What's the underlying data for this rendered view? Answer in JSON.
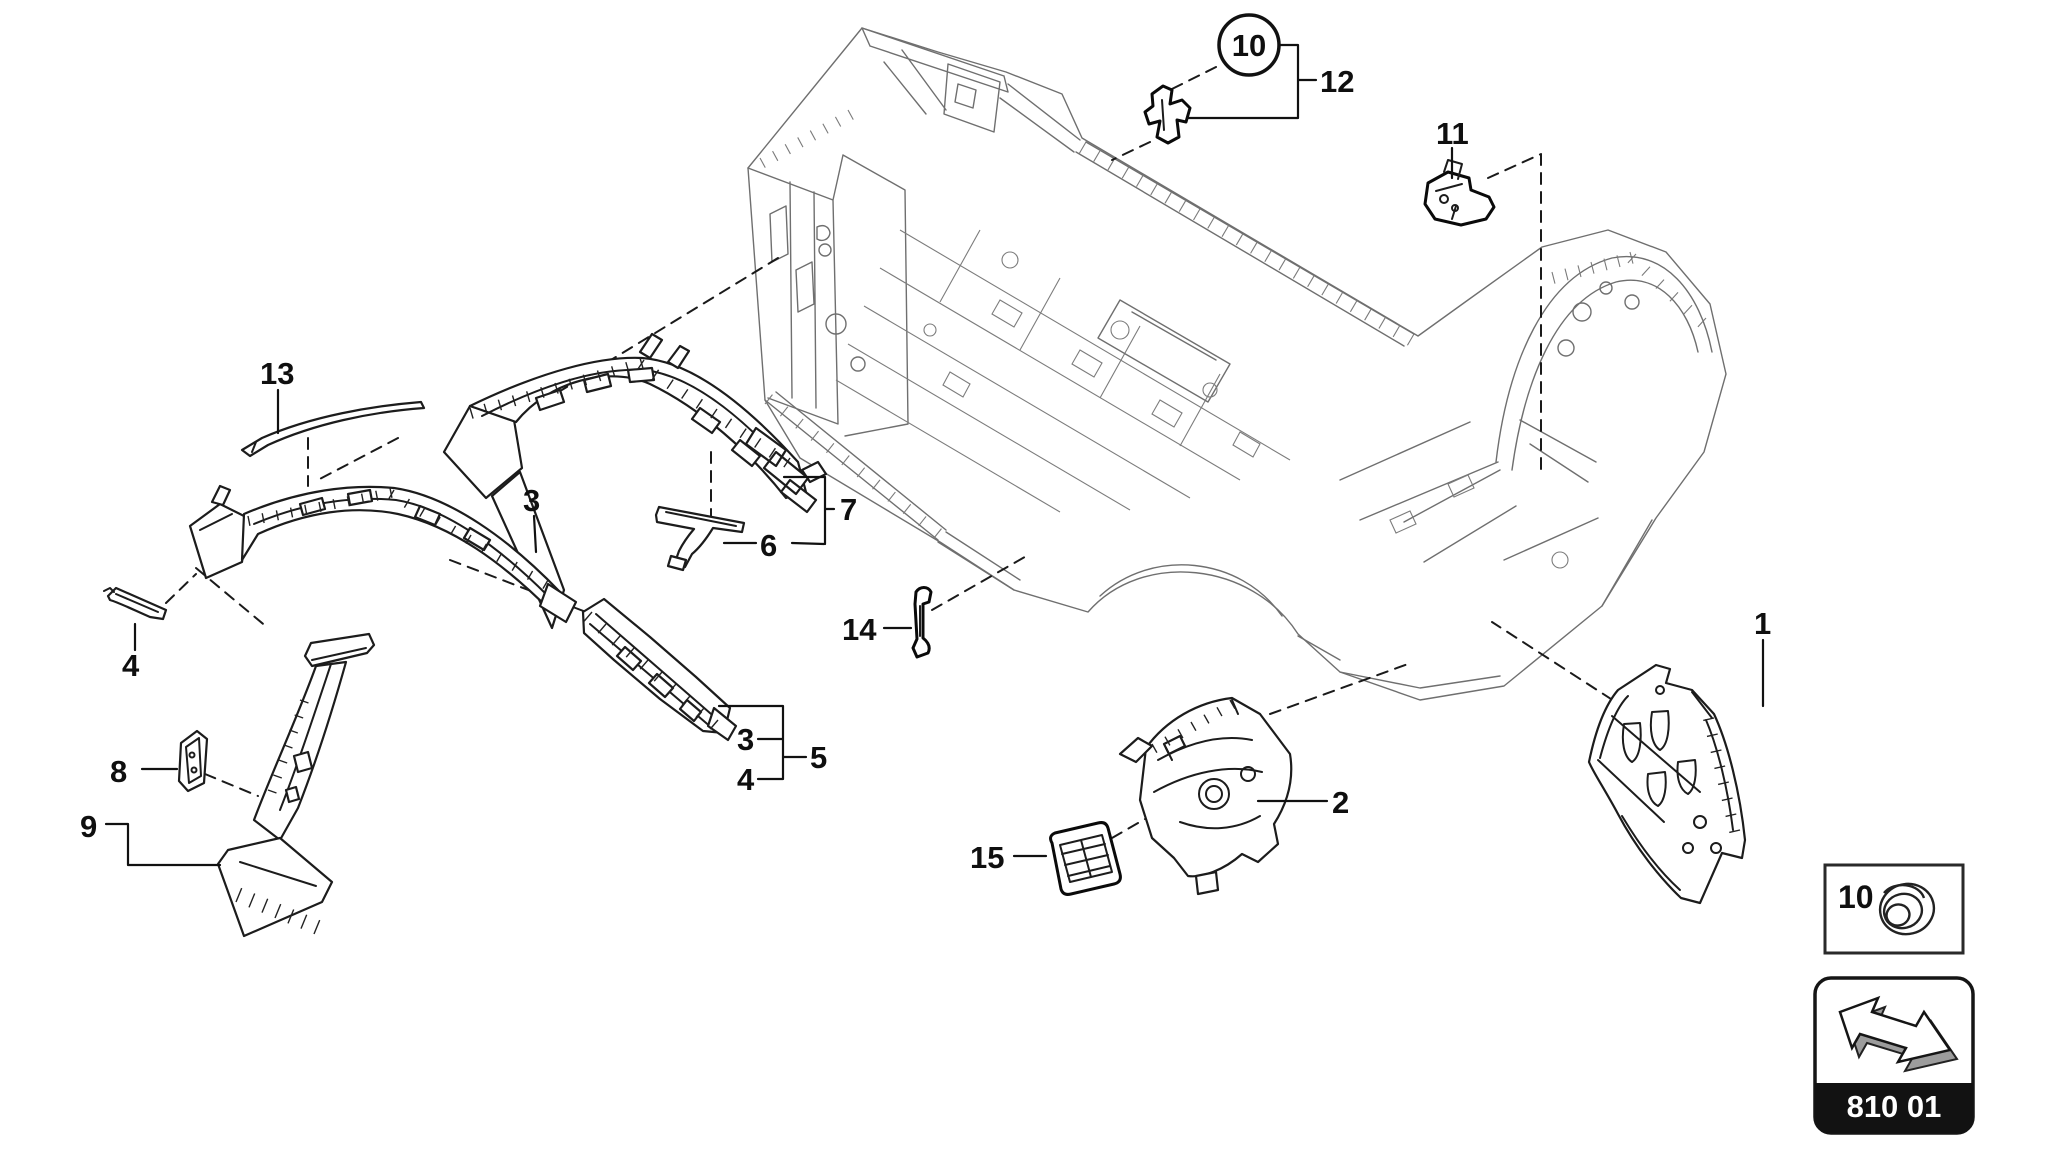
{
  "figure": {
    "type": "exploded-parts-diagram",
    "subject": "body side members, pillars and reinforcements",
    "callouts": {
      "c1": "1",
      "c2": "2",
      "c3": "3",
      "c3_sill": "3",
      "c4": "4",
      "c4_sill": "4",
      "c5": "5",
      "c6": "6",
      "c7": "7",
      "c8": "8",
      "c9": "9",
      "c10": "10",
      "c11": "11",
      "c12": "12",
      "c13": "13",
      "c14": "14",
      "c15": "15"
    },
    "legend_box": {
      "label": "10",
      "icon": "grommet-icon"
    },
    "nav_badge": {
      "code": "810 01",
      "icon": "back-arrow-3d-icon"
    },
    "colors": {
      "background": "#ffffff",
      "part_line": "#1c1c1c",
      "body_line": "#6f6f6f",
      "badge_bg": "#121212",
      "badge_text": "#ffffff"
    }
  }
}
